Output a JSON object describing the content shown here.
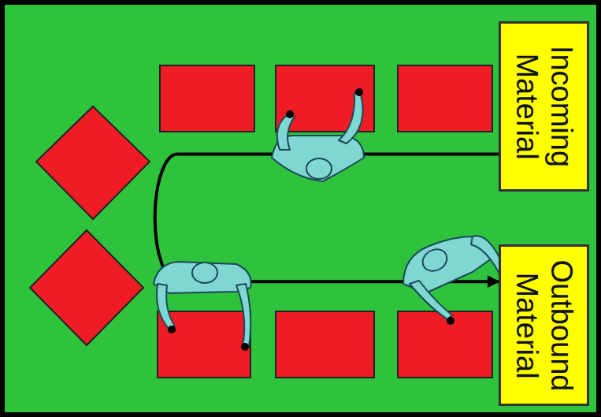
{
  "diagram": {
    "nodes": [
      {
        "text": [
          "Incoming Material"
        ]
      },
      {
        "text": [
          "Outbound Material"
        ]
      }
    ],
    "edges": [
      {
        "from": 0,
        "to": 1,
        "arrow": "to"
      }
    ]
  }
}
